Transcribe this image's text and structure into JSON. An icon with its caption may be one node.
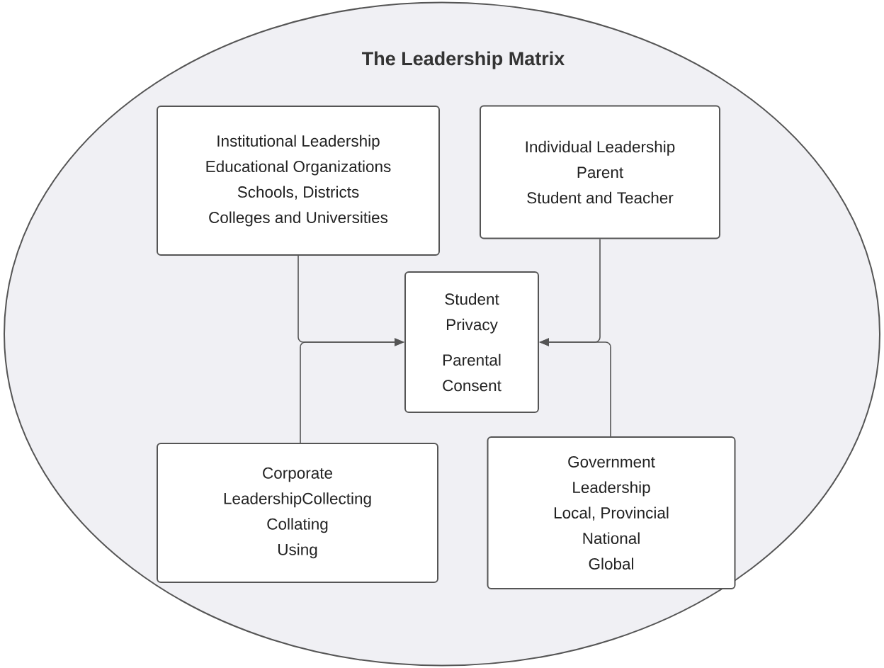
{
  "diagram": {
    "nodes": [
      {
        "text": [
          "The Leadership Matrix"
        ]
      },
      {
        "text": [
          "Institutional Leadership",
          "Educational Organizations",
          "Schools, Districts",
          "Colleges and Universities"
        ],
        "in": 0
      },
      {
        "text": [
          "Individual Leadership",
          "Parent",
          "Student and Teacher"
        ],
        "in": 0
      },
      {
        "text": [
          "Student Privacy",
          "Parental Consent"
        ],
        "in": 0
      },
      {
        "text": [
          "Corporate",
          "LeadershipCollecting",
          "Collating",
          "Using"
        ],
        "in": 0
      },
      {
        "text": [
          "Government",
          "Leadership",
          "Local, Provincial",
          "National",
          "Global"
        ],
        "in": 0
      }
    ],
    "edges": [
      {
        "from": 1,
        "to": 3,
        "arrow": "to"
      },
      {
        "from": 4,
        "to": 3,
        "arrow": "to"
      },
      {
        "from": 2,
        "to": 3,
        "arrow": "to"
      },
      {
        "from": 5,
        "to": 3,
        "arrow": "to"
      }
    ]
  }
}
